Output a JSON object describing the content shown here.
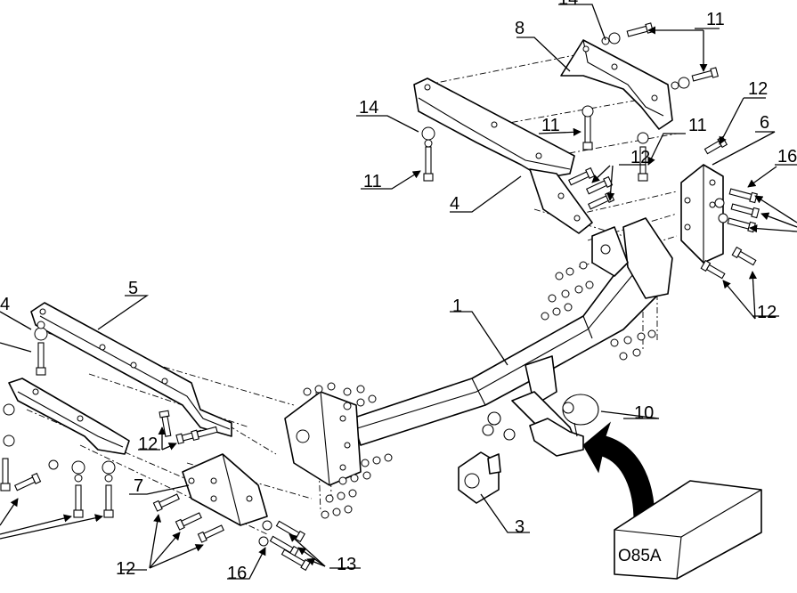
{
  "labels": {
    "l1": "1",
    "l3": "3",
    "l4": "4",
    "l5": "5",
    "l6": "6",
    "l7": "7",
    "l8": "8",
    "l10": "10",
    "l11": "11",
    "l12": "12",
    "l13": "13",
    "l14": "14",
    "l16": "16"
  },
  "model_box": {
    "code": "O85A"
  },
  "colors": {
    "line": "#000000",
    "background": "#ffffff",
    "arrow": "#000000"
  }
}
